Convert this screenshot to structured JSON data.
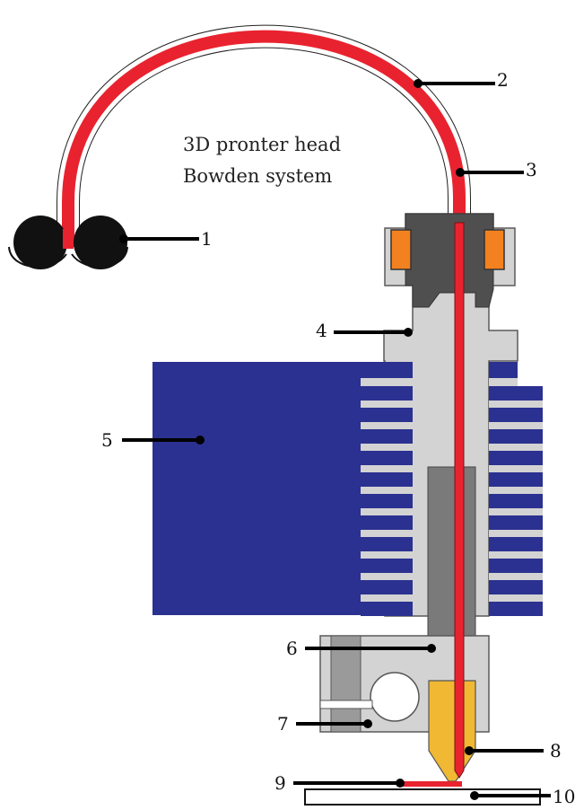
{
  "caption": {
    "line1": "3D pronter head",
    "line2": "Bowden system"
  },
  "labels": {
    "l1": "1",
    "l2": "2",
    "l3": "3",
    "l4": "4",
    "l5": "5",
    "l6": "6",
    "l7": "7",
    "l8": "8",
    "l9": "9",
    "l10": "10"
  },
  "colors": {
    "filament": "#e8232f",
    "heat_sink": "#2b3190",
    "metal": "#d3d3d3",
    "dark_metal": "#4f4f4f",
    "orange": "#f3811f",
    "nozzle": "#f0b833",
    "leader": "#000000"
  }
}
